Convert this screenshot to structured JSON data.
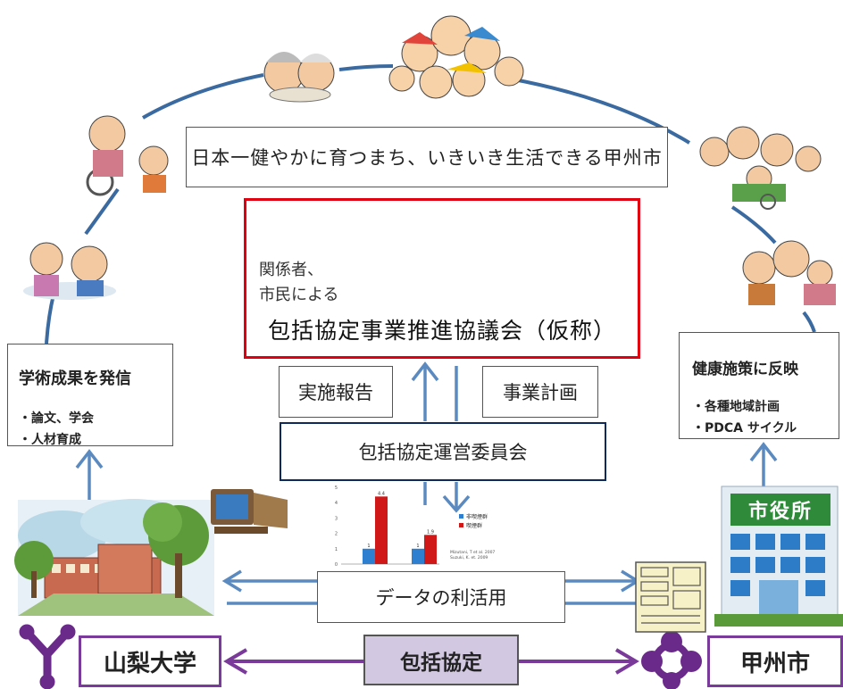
{
  "slogan": "日本一健やかに育つまち、いきいき生活できる甲州市",
  "council": {
    "prefix_line1": "関係者、",
    "prefix_line2": "市民による",
    "name": "包括協定事業推進協議会（仮称）"
  },
  "report_label": "実施報告",
  "plan_label": "事業計画",
  "committee_label": "包括協定運営委員会",
  "academic": {
    "title": "学術成果を発信",
    "bullet1": "・論文、学会",
    "bullet2": "・人材育成"
  },
  "health": {
    "title": "健康施策に反映",
    "bullet1": "・各種地域計画",
    "bullet2": "・PDCA サイクル"
  },
  "data_label": "データの利活用",
  "agreement_label": "包括協定",
  "university_label": "山梨大学",
  "city_label": "甲州市",
  "city_hall_sign": "市役所",
  "colors": {
    "arc": "#3a6aa0",
    "arrow_blue": "#5a8ac0",
    "arrow_purple": "#7a3a9a",
    "council_border": "#e00010",
    "committee_border": "#0d2a5a",
    "agreement_fill": "#d3c8e2"
  },
  "chart_data": {
    "type": "bar",
    "categories": [
      "",
      ""
    ],
    "series": [
      {
        "name": "非喫煙群",
        "values": [
          1,
          1
        ]
      },
      {
        "name": "喫煙群",
        "values": [
          4.4,
          1.9
        ]
      }
    ],
    "data_labels": [
      "1",
      "4.4",
      "1",
      "1.9"
    ],
    "y_ticks": [
      "0",
      "1",
      "2",
      "3",
      "4",
      "5"
    ],
    "ylim": [
      0,
      5
    ],
    "legend": "right",
    "citation_line1": "Mizutani, T et al.  2007",
    "citation_line2": "Suzuki, K. et.  2009"
  }
}
